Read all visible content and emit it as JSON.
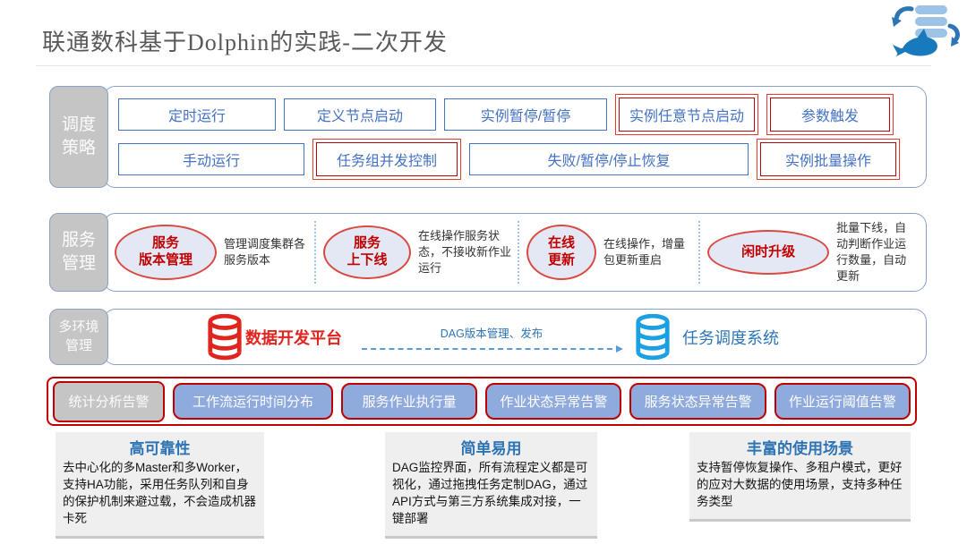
{
  "title": "联通数科基于Dolphin的实践-二次开发",
  "icons": {
    "logo": "dolphin-scheduler-logo",
    "source_db": "database-icon",
    "target_db": "database-icon",
    "flow_arrow": "dashed-arrow-icon"
  },
  "colors": {
    "accent_blue": "#4472c4",
    "deep_red": "#c00000",
    "frame_red": "#e23a2e",
    "container_border": "#8aa2c8",
    "label_gray": "#c5c5c5",
    "alert_fill": "#8faadc",
    "feature_title_blue": "#2e74b5",
    "logo_blue": "#2e75b6",
    "logo_light_blue": "#9dc3e6"
  },
  "scheduling": {
    "label": "调度\n策略",
    "rows": [
      [
        {
          "label": "定时运行",
          "highlighted": false
        },
        {
          "label": "定义节点启动",
          "highlighted": false
        },
        {
          "label": "实例暂停/暂停",
          "highlighted": false
        },
        {
          "label": "实例任意节点启动",
          "highlighted": true
        },
        {
          "label": "参数触发",
          "highlighted": true
        }
      ],
      [
        {
          "label": "手动运行",
          "highlighted": false
        },
        {
          "label": "任务组并发控制",
          "highlighted": true
        },
        {
          "label": "失败/暂停/停止恢复",
          "highlighted": false
        },
        {
          "label": "实例批量操作",
          "highlighted": true
        }
      ]
    ]
  },
  "services": {
    "label": "服务\n管理",
    "groups": [
      {
        "tag": "服务\n版本管理",
        "desc": "管理调度集群各服务版本"
      },
      {
        "tag": "服务\n上下线",
        "desc": "在线操作服务状态，不接收新作业运行"
      },
      {
        "tag": "在线\n更新",
        "desc": "在线操作，增量包更新重启"
      },
      {
        "tag": "闲时升级",
        "desc": "批量下线，自动判断作业运行数量，自动更新"
      }
    ]
  },
  "environments": {
    "label": "多环境\n管理",
    "source": "数据开发平台",
    "arrow_label": "DAG版本管理、发布",
    "target": "任务调度系统"
  },
  "alerts": {
    "label": "统计分析告警",
    "buttons": [
      "工作流运行时间分布",
      "服务作业执行量",
      "作业状态异常告警",
      "服务状态异常告警",
      "作业运行阈值告警"
    ]
  },
  "features": [
    {
      "title": "高可靠性",
      "body": "去中心化的多Master和多Worker，支持HA功能，采用任务队列和自身的保护机制来避过载，不会造成机器卡死"
    },
    {
      "title": "简单易用",
      "body": "DAG监控界面，所有流程定义都是可视化，通过拖拽任务定制DAG，通过API方式与第三方系统集成对接，一键部署"
    },
    {
      "title": "丰富的使用场景",
      "body": "支持暂停恢复操作、多租户模式，更好的应对大数据的使用场景，支持多种任务类型"
    }
  ]
}
